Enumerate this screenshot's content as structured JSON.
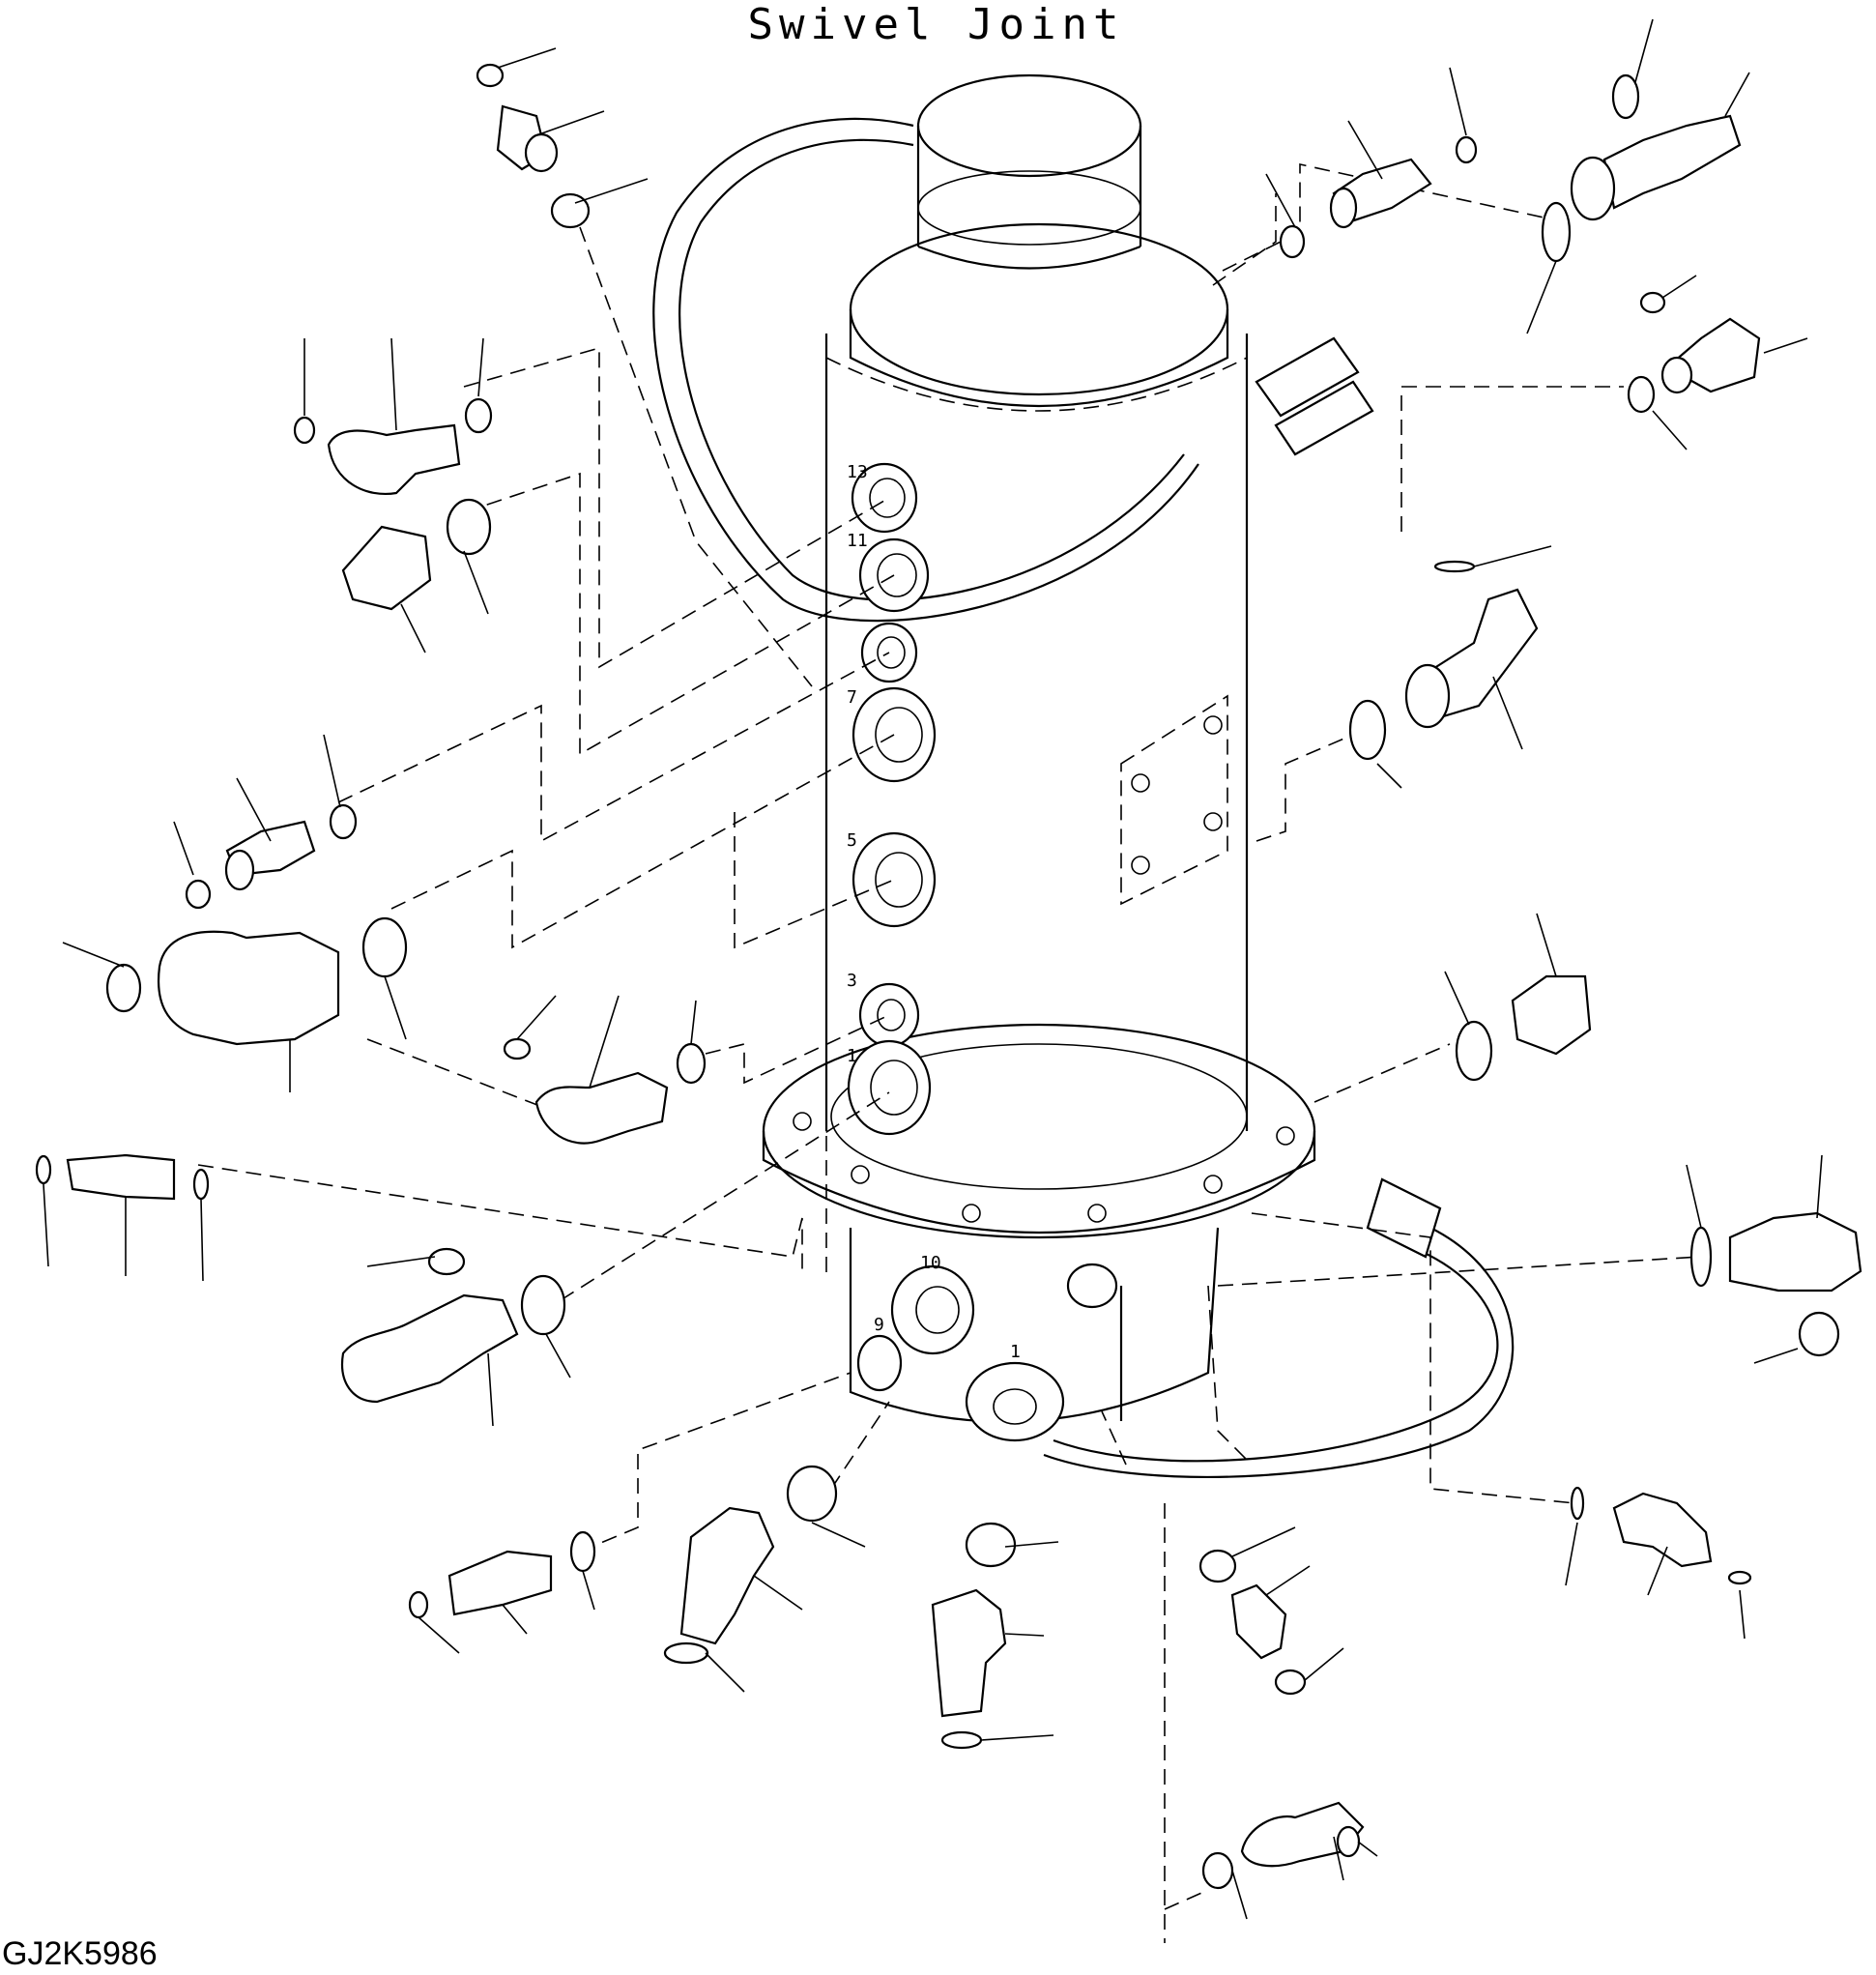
{
  "title": "Swivel Joint",
  "drawing_number": "GJ2K5986",
  "port_labels": [
    "1",
    "3",
    "5",
    "7",
    "11",
    "13",
    "9",
    "10"
  ]
}
